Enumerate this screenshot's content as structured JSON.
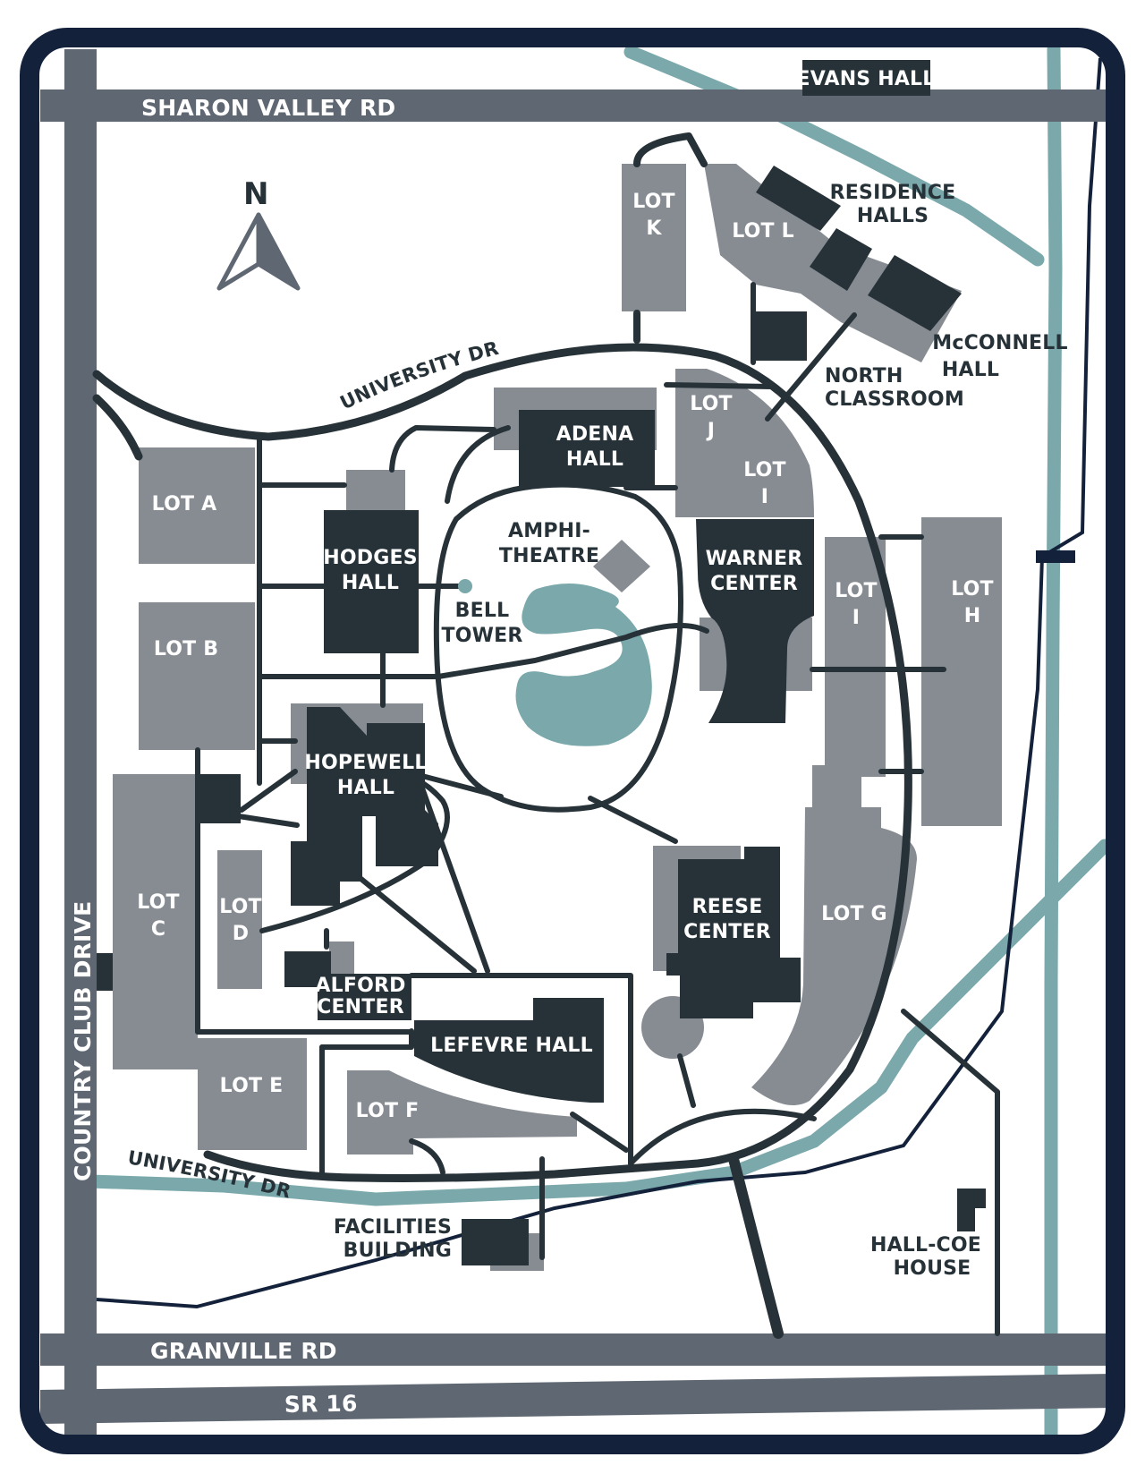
{
  "colors": {
    "frame": "#13223a",
    "road": "#5e6772",
    "path": "#263238",
    "lot": "#878c93",
    "building": "#263238",
    "water": "#7aa8ab",
    "creek": "#7aa8ab",
    "label_dark": "#263238",
    "label_light": "#ffffff"
  },
  "compass": {
    "letter": "N",
    "icon": "north-arrow-icon"
  },
  "roads": {
    "sharon_valley": "SHARON VALLEY RD",
    "country_club": "COUNTRY CLUB DRIVE",
    "granville": "GRANVILLE RD",
    "sr16": "SR 16",
    "university_dr_north": "UNIVERSITY DR",
    "university_dr_south": "UNIVERSITY DR"
  },
  "buildings": {
    "evans": "EVANS HALL",
    "residence": [
      "RESIDENCE",
      "HALLS"
    ],
    "mcconnell": [
      "McCONNELL",
      "HALL"
    ],
    "north_classroom": [
      "NORTH",
      "CLASSROOM"
    ],
    "adena": [
      "ADENA",
      "HALL"
    ],
    "hodges": [
      "HODGES",
      "HALL"
    ],
    "bell_tower": [
      "BELL",
      "TOWER"
    ],
    "amphitheatre": [
      "AMPHI-",
      "THEATRE"
    ],
    "warner": [
      "WARNER",
      "CENTER"
    ],
    "hopewell": [
      "HOPEWELL",
      "HALL"
    ],
    "reese": [
      "REESE",
      "CENTER"
    ],
    "alford": [
      "ALFORD",
      "CENTER"
    ],
    "lefevre": "LEFEVRE HALL",
    "facilities": [
      "FACILITIES",
      "BUILDING"
    ],
    "hallcoe": [
      "HALL-COE",
      "HOUSE"
    ]
  },
  "lots": {
    "a": "LOT A",
    "b": "LOT B",
    "c": [
      "LOT",
      "C"
    ],
    "d": [
      "LOT",
      "D"
    ],
    "e": "LOT E",
    "f": "LOT F",
    "g": "LOT G",
    "h": [
      "LOT",
      "H"
    ],
    "i_east": [
      "LOT",
      "I"
    ],
    "i_north": [
      "LOT",
      "I"
    ],
    "j": [
      "LOT",
      "J"
    ],
    "k": [
      "LOT",
      "K"
    ],
    "l": "LOT L"
  }
}
